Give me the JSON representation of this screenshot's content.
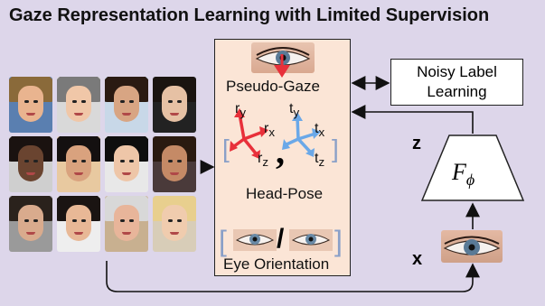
{
  "title": "Gaze Representation Learning with Limited Supervision",
  "center": {
    "pseudo_gaze": "Pseudo-Gaze",
    "head_pose": "Head-Pose",
    "eye_orientation": "Eye Orientation",
    "r_y": "r",
    "r_y_sub": "y",
    "r_x": "r",
    "r_x_sub": "x",
    "r_z": "r",
    "r_z_sub": "z",
    "t_y": "t",
    "t_y_sub": "y",
    "t_x": "t",
    "t_x_sub": "x",
    "t_z": "t",
    "t_z_sub": "z",
    "comma": ",",
    "slash": "/"
  },
  "noisy": {
    "line1": "Noisy Label",
    "line2": "Learning"
  },
  "encoder": {
    "symbol": "F",
    "subscript": "ϕ",
    "z_label": "z",
    "x_label": "x"
  },
  "colors": {
    "red_axis": "#e8303a",
    "blue_axis": "#6aa8e8",
    "bracket": "#8aa0c8",
    "box_fill": "#fbe5d6",
    "background": "#ddd6ea"
  },
  "faces": [
    {
      "skin": "#e9b48f",
      "hair": "#8a6a3a",
      "bg": "#5a7fb0"
    },
    {
      "skin": "#f0c7a8",
      "hair": "#7a7a7a",
      "bg": "#d9d9d9"
    },
    {
      "skin": "#d8a583",
      "hair": "#2a1a12",
      "bg": "#c8d8e8"
    },
    {
      "skin": "#e6c1a4",
      "hair": "#1a1410",
      "bg": "#222222"
    },
    {
      "skin": "#6a4430",
      "hair": "#1a1210",
      "bg": "#cfcfcf"
    },
    {
      "skin": "#d9a27e",
      "hair": "#141010",
      "bg": "#e8c9a0"
    },
    {
      "skin": "#eec6a8",
      "hair": "#0e0e0e",
      "bg": "#e8e8e8"
    },
    {
      "skin": "#c58a66",
      "hair": "#2a1a10",
      "bg": "#4a3a3a"
    },
    {
      "skin": "#d9ab8d",
      "hair": "#2a221c",
      "bg": "#9a9a9a"
    },
    {
      "skin": "#e8b896",
      "hair": "#1a1412",
      "bg": "#eeeeee"
    },
    {
      "skin": "#e8b59a",
      "hair": "#d8d8d8",
      "bg": "#c8b090"
    },
    {
      "skin": "#f0ccae",
      "hair": "#e8cf8e",
      "bg": "#d8cdb8"
    }
  ]
}
